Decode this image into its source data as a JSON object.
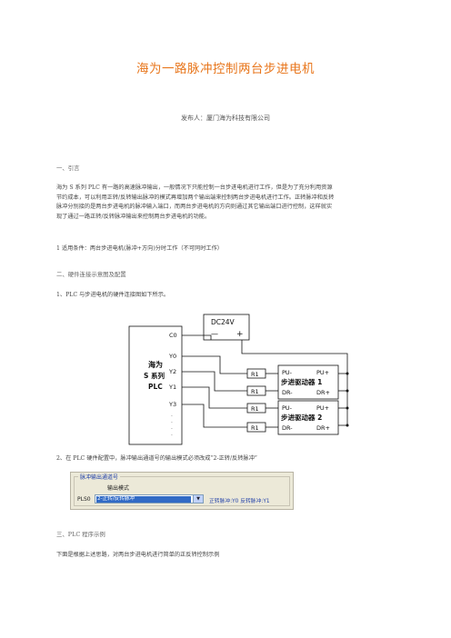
{
  "title": "海为一路脉冲控制两台步进电机",
  "publisher": "发布人：厦门海为科技有限公司",
  "section1": {
    "heading": "一、引言",
    "para_lines": [
      "海为 S 系列 PLC 有一路的高速脉冲输出，一般情况下只能控制一台步进电机进行工作，但是为了充分利用资源",
      "节约成本，可以利用正转/反转输出脉冲的模式再增加两个输出端来控制两台步进电机进行工作。正转脉冲和反转",
      "脉冲分别接的是两台步进电机的脉冲输入端口，而两台步进电机的方向则通过其它输出端口进行控制，这样就实",
      "现了通过一路正转/反转脉冲输出来控制两台步进电机的功能。"
    ],
    "condition": "1 适用条件：两台步进电机(脉冲+方向)分时工作（不可同时工作）"
  },
  "section2": {
    "heading": "二、硬件连接示意图及配置",
    "item1": "1、PLC 与步进电机的硬件连接图如下所示。",
    "item2": "2、在 PLC 硬件配置中，脉冲输出通道号的输出模式必须改成“2-正转/反转脉冲”"
  },
  "diagram": {
    "power_label": "DC24V",
    "minus": "—",
    "plus": "+",
    "plc_lines": [
      "海为",
      "S 系列",
      "PLC"
    ],
    "terminals": [
      "C0",
      "Y0",
      "Y2",
      "Y1",
      "Y3"
    ],
    "dots": [
      "·",
      "·",
      "·",
      "·"
    ],
    "resistor": "R1",
    "driver1": {
      "pu_minus": "PU-",
      "pu_plus": "PU+",
      "name": "步进驱动器 1",
      "dr_minus": "DR-",
      "dr_plus": "DR+"
    },
    "driver2": {
      "pu_minus": "PU-",
      "pu_plus": "PU+",
      "name": "步进驱动器 2",
      "dr_minus": "DR-",
      "dr_plus": "DR+"
    }
  },
  "dialog": {
    "legend": "脉冲输出通道号",
    "column": "输出模式",
    "channel": "PLS0",
    "selected": "2-正转/反转脉冲",
    "description": "正转脉冲:Y0 反转脉冲:Y1"
  },
  "section3": {
    "heading": "三、PLC 程序示例",
    "text": "下面是根据上述思路，对两台步进电机进行简单的正反转控制示例"
  }
}
